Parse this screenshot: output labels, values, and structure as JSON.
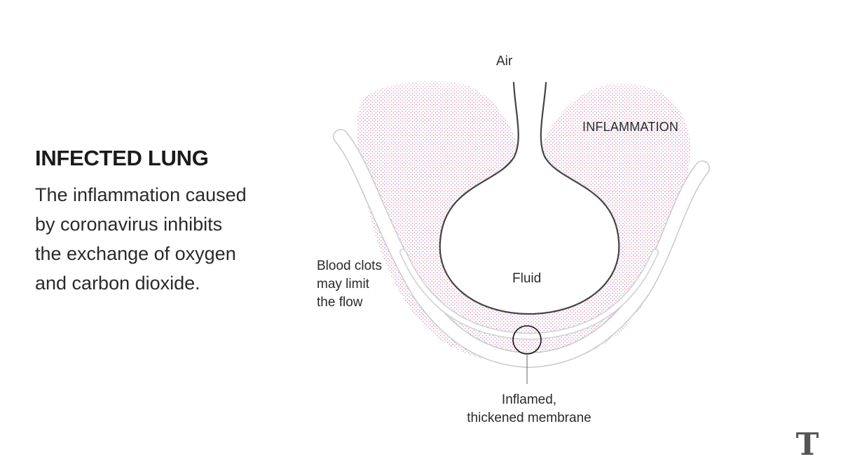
{
  "heading": "INFECTED LUNG",
  "description": {
    "lines": [
      "The inflammation caused",
      "by coronavirus inhibits",
      "the exchange of oxygen",
      "and carbon dioxide."
    ]
  },
  "labels": {
    "air": "Air",
    "inflammation": "INFLAMMATION",
    "fluid": "Fluid",
    "blood_clots": [
      "Blood clots",
      "may limit",
      "the flow"
    ],
    "membrane": [
      "Inflamed,",
      "thickened membrane"
    ]
  },
  "logo": "T",
  "colors": {
    "dot_pink": "#e89aa6",
    "dot_purple": "#b89ad6",
    "outline": "#444444",
    "membrane_fill": "#ffffff",
    "membrane_edge": "#c9c9c9"
  }
}
